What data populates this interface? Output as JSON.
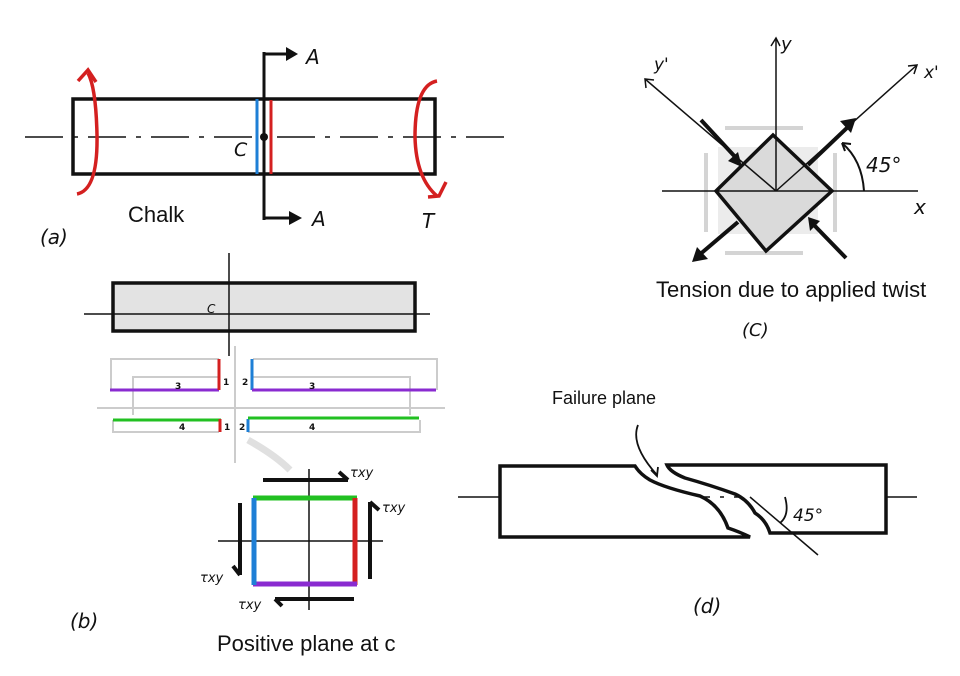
{
  "figure": {
    "panel_a": {
      "label": "(a)",
      "material_label": "Chalk",
      "point_label": "C",
      "section_label_top": "A",
      "section_label_bottom": "A",
      "torque_label": "T",
      "colors": {
        "torque": "#d42020",
        "section_left": "#1e7fd6",
        "section_right": "#d42020",
        "outline": "#111111"
      }
    },
    "panel_b": {
      "label": "(b)",
      "point_label": "C",
      "segment_labels": [
        "1",
        "2",
        "3",
        "4"
      ],
      "shear_label": "τxy",
      "caption": "Positive plane at c",
      "colors": {
        "face_1": "#d42020",
        "face_2": "#1e7fd6",
        "face_3": "#8a2bd0",
        "face_4": "#22c022",
        "fill": "#e3e3e3",
        "ghost": "#cccccc"
      }
    },
    "panel_c": {
      "label": "(C)",
      "axis_x": "x",
      "axis_y": "y",
      "axis_x_prime": "x'",
      "axis_y_prime": "y'",
      "angle_label": "45°",
      "caption": "Tension due to applied twist"
    },
    "panel_d": {
      "label": "(d)",
      "annotation": "Failure plane",
      "angle_label": "45°"
    }
  }
}
